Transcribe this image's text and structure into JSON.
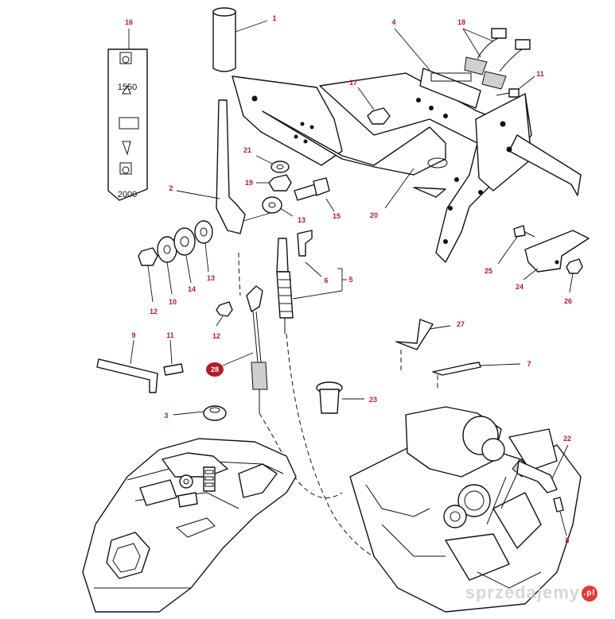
{
  "diagram": {
    "callouts": {
      "c1": "1",
      "c2": "2",
      "c3": "3",
      "c4": "4",
      "c5": "5",
      "c6": "6",
      "c7": "7",
      "c8": "8",
      "c9": "9",
      "c10": "10",
      "c11a": "11",
      "c11b": "11",
      "c12a": "12",
      "c12b": "12",
      "c13a": "13",
      "c13b": "13",
      "c14": "14",
      "c15": "15",
      "c16": "16",
      "c17": "17",
      "c18": "18",
      "c19": "19",
      "c20": "20",
      "c21": "21",
      "c22": "22",
      "c23": "23",
      "c24": "24",
      "c25": "25",
      "c26": "26",
      "c27": "27",
      "c28": "28"
    },
    "decal": {
      "top_value": "1550",
      "bottom_value": "2000"
    }
  },
  "watermark": {
    "text": "sprzedajemy",
    "badge": ".pl"
  },
  "colors": {
    "callout": "#b01e2a",
    "line": "#111111",
    "watermark": "#c8c8c8"
  }
}
